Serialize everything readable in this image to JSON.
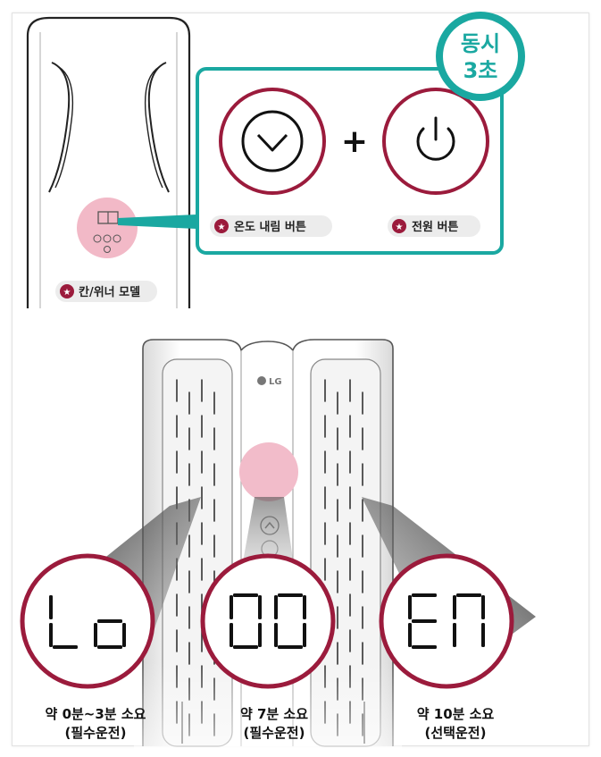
{
  "top": {
    "model_label": "칸/위너 모델",
    "badge": {
      "line1": "동시",
      "line2": "3초"
    },
    "plus": "+",
    "temp_down_label": "온도 내림 버튼",
    "power_label": "전원 버튼"
  },
  "bottom": {
    "brand": "LG",
    "displays": [
      {
        "code": "Lo",
        "caption1": "약 0분~3분 소요",
        "caption2": "(필수운전)"
      },
      {
        "code": "00",
        "caption1": "약 7분 소요",
        "caption2": "(필수운전)"
      },
      {
        "code": "En",
        "caption1": "약 10분 소요",
        "caption2": "(선택운전)"
      }
    ]
  },
  "colors": {
    "teal": "#1aa8a1",
    "maroon": "#9b1b3c",
    "pink": "#f1b9c8",
    "pill": "#ebebeb"
  }
}
